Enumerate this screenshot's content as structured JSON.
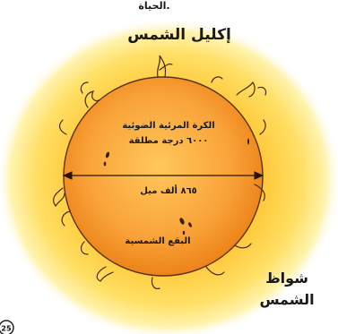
{
  "header_text": "الحياة.",
  "labels": {
    "corona": "إكليل الشمس",
    "photosphere": "الكرة المرئية الضوئية",
    "temperature": "٦٠٠٠ درجة مطلقة",
    "diameter": "٨٦٥ ألف ميل",
    "sunspots": "البقع الشمسية",
    "prominences_line1": "شواظ",
    "prominences_line2": "الشمس"
  },
  "page_number": "25",
  "colors": {
    "corona_outer": "#fff6c2",
    "corona_mid": "#ffd84a",
    "corona_inner": "#ffb81c",
    "disc_center": "#ffc34a",
    "disc_edge": "#f08a1a",
    "outline": "#4a2a10"
  }
}
